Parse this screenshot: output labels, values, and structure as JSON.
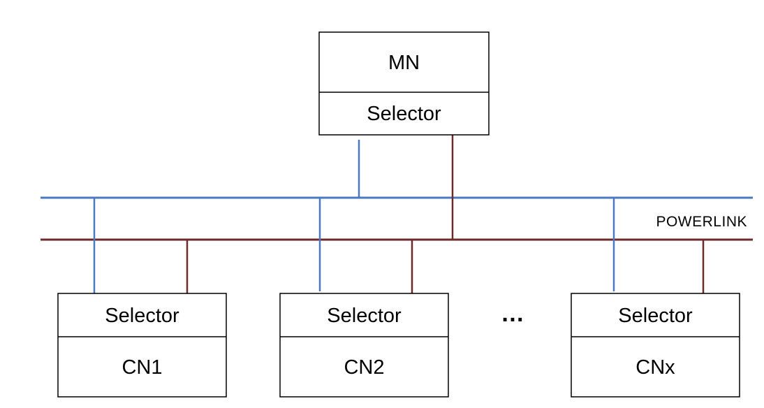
{
  "colors": {
    "bus_a": "#4a78c2",
    "bus_b": "#6e2a2a",
    "box_border": "#000000",
    "text": "#000000"
  },
  "bus_label": "POWERLINK",
  "ellipsis": "…",
  "mn": {
    "title": "MN",
    "selector": "Selector"
  },
  "cn_nodes": [
    {
      "selector": "Selector",
      "title": "CN1"
    },
    {
      "selector": "Selector",
      "title": "CN2"
    },
    {
      "selector": "Selector",
      "title": "CNx"
    }
  ]
}
